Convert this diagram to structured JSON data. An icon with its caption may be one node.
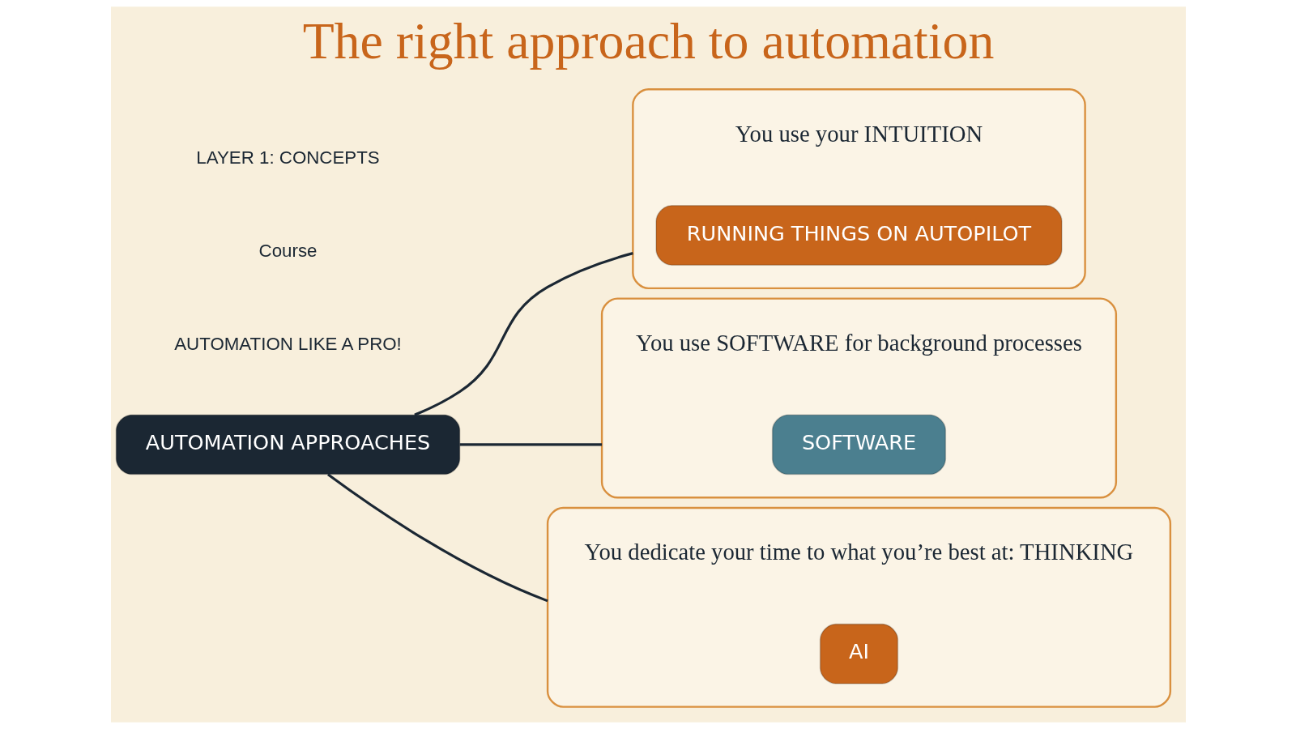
{
  "diagram": {
    "title": "The right approach to automation",
    "nodes": [
      {
        "text": [
          "AUTOMATION APPROACHES"
        ]
      },
      {
        "text": [],
        "shape": "box"
      },
      {
        "text": [
          "RUNNING THINGS ON AUTOPILOT"
        ],
        "in": 1,
        "beside": [
          "You use your INTUITION"
        ]
      },
      {
        "text": [],
        "shape": "box"
      },
      {
        "text": [
          "SOFTWARE"
        ],
        "in": 3,
        "beside": [
          "You use SOFTWARE for background processes"
        ]
      },
      {
        "text": [],
        "shape": "box"
      },
      {
        "text": [
          "AI"
        ],
        "in": 5,
        "beside": [
          "You dedicate your time to what you’re best at: THINKING"
        ]
      }
    ],
    "edges": [
      {
        "from": 0,
        "to": 1,
        "arrow": "none"
      },
      {
        "from": 0,
        "to": 3,
        "arrow": "none"
      },
      {
        "from": 0,
        "to": 5,
        "arrow": "none"
      }
    ],
    "labels": [
      "AUTOMATION LIKE A PRO!",
      "Course",
      "LAYER 1: CONCEPTS"
    ]
  }
}
